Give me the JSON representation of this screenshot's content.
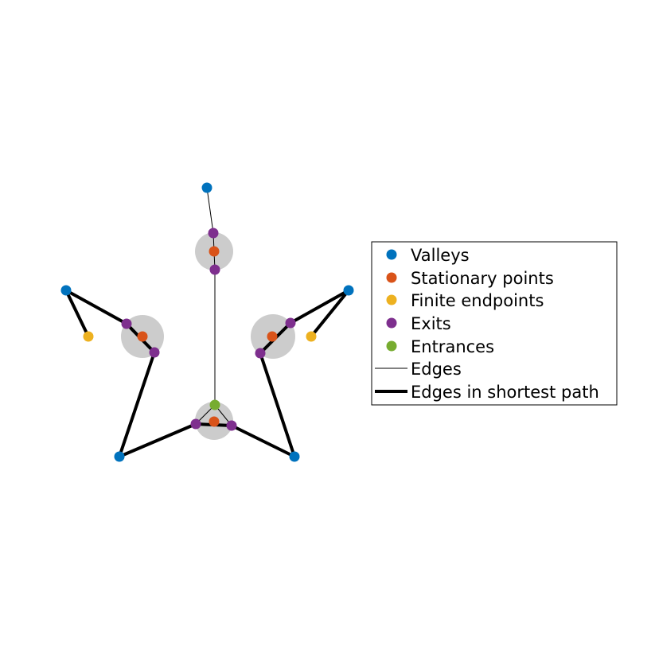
{
  "colors": {
    "valley": "#0072BD",
    "stationary": "#D95319",
    "endpoint": "#EDB120",
    "exit": "#7E2F8E",
    "entrance": "#77AC30",
    "region": "#cccccc",
    "edge": "#000000"
  },
  "legend": {
    "valleys": "Valleys",
    "stationary": "Stationary points",
    "endpoints": "Finite endpoints",
    "exits": "Exits",
    "entrances": "Entrances",
    "edges": "Edges",
    "shortest": "Edges in shortest path"
  }
}
